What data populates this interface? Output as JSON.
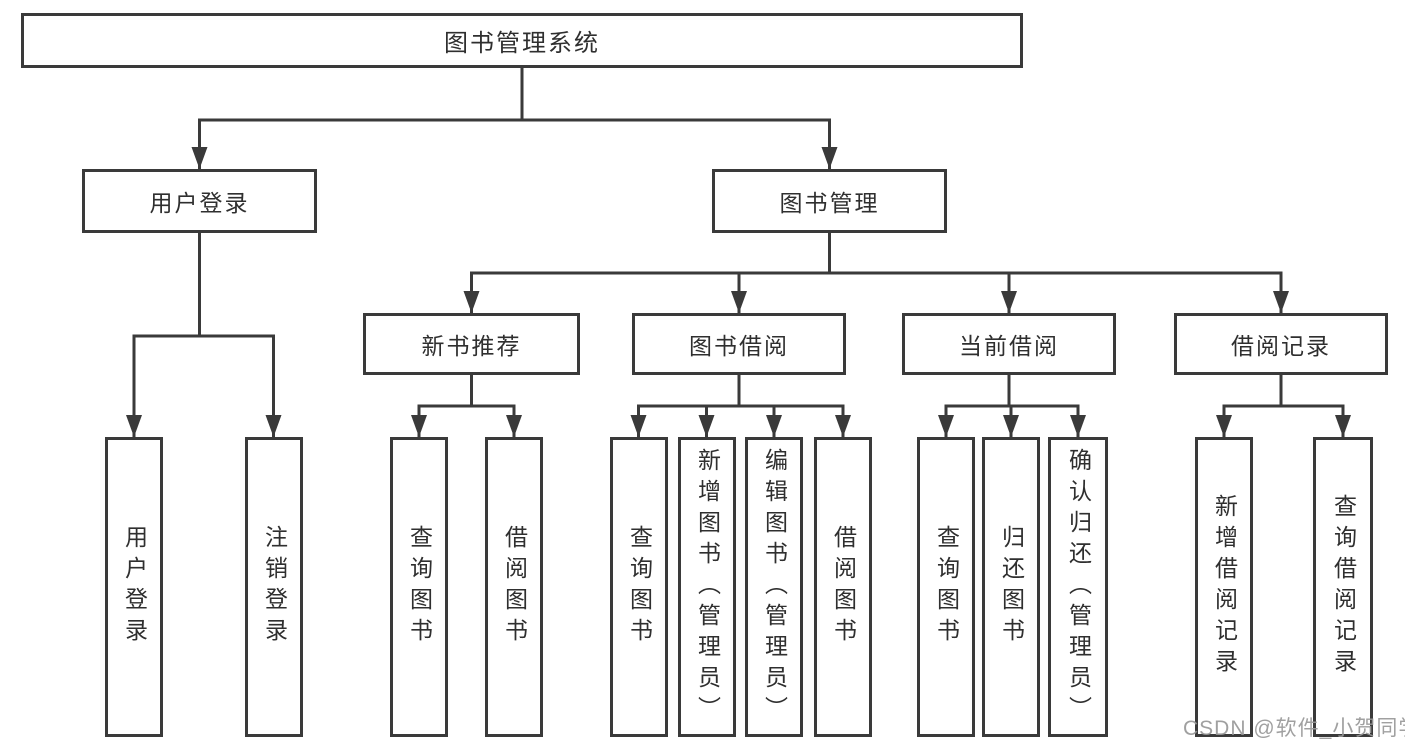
{
  "diagram": {
    "title": "图书管理系统",
    "root": {
      "label": "图书管理系统"
    },
    "level2": [
      {
        "id": "user-login",
        "label": "用户登录"
      },
      {
        "id": "book-management",
        "label": "图书管理"
      }
    ],
    "level3": [
      {
        "id": "new-book-recommendation",
        "label": "新书推荐"
      },
      {
        "id": "book-borrowing",
        "label": "图书借阅"
      },
      {
        "id": "current-borrowing",
        "label": "当前借阅"
      },
      {
        "id": "borrowing-records",
        "label": "借阅记录"
      }
    ],
    "level4": [
      {
        "parent": "user-login",
        "label": "用户登录"
      },
      {
        "parent": "user-login",
        "label": "注销登录"
      },
      {
        "parent": "new-book-recommendation",
        "label": "查询图书"
      },
      {
        "parent": "new-book-recommendation",
        "label": "借阅图书"
      },
      {
        "parent": "book-borrowing",
        "label": "查询图书"
      },
      {
        "parent": "book-borrowing",
        "label": "新增图书（管理员）"
      },
      {
        "parent": "book-borrowing",
        "label": "编辑图书（管理员）"
      },
      {
        "parent": "book-borrowing",
        "label": "借阅图书"
      },
      {
        "parent": "current-borrowing",
        "label": "查询图书"
      },
      {
        "parent": "current-borrowing",
        "label": "归还图书"
      },
      {
        "parent": "current-borrowing",
        "label": "确认归还（管理员）"
      },
      {
        "parent": "borrowing-records",
        "label": "新增借阅记录"
      },
      {
        "parent": "borrowing-records",
        "label": "查询借阅记录"
      }
    ]
  },
  "watermark": {
    "text": "CSDN @软件_小贺同学"
  },
  "colors": {
    "line": "#3a3a3a",
    "box_border": "#3a3a3a",
    "text": "#2f2f2f",
    "watermark": "#989898",
    "background": "#ffffff"
  }
}
